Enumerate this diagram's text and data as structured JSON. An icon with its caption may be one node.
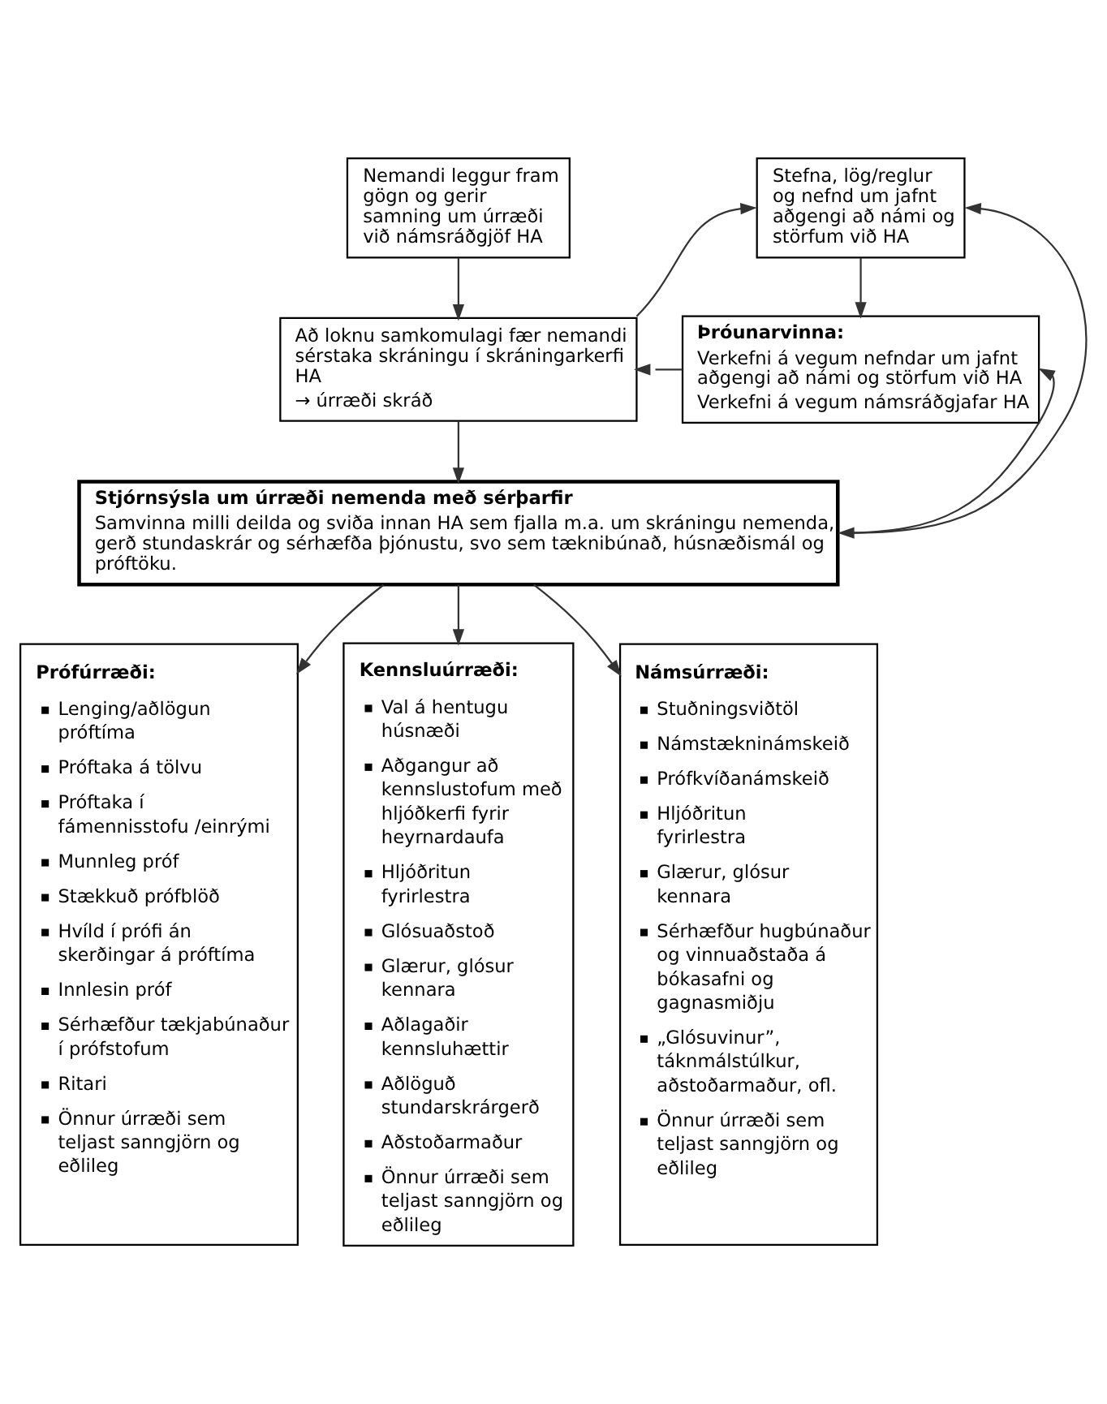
{
  "diagram": {
    "nodes": [
      {
        "text": [
          "Nemandi leggur fram gögn og gerir samning um úrræði við námsráðgjöf HA"
        ]
      },
      {
        "text": [
          "Stefna, lög/reglur og nefnd um jafnt aðgengi að námi og störfum við HA"
        ]
      },
      {
        "text": [
          "Að loknu samkomulagi fær nemandi sérstaka skráningu í skráningarkerfi HA",
          "→ úrræði skráð"
        ]
      },
      {
        "text": [
          "Þróunarvinna:",
          "Verkefni á vegum nefndar um jafnt aðgengi að námi og störfum við HA",
          "Verkefni á vegum námsráðgjafar HA"
        ]
      },
      {
        "text": [
          "Stjórnsýsla um úrræði nemenda með sérþarfir",
          "Samvinna milli deilda og sviða innan HA sem fjalla m.a. um skráningu nemenda, gerð stundaskrár og sérhæfða þjónustu, svo sem tæknibúnað, húsnæðismál og próftöku."
        ]
      },
      {
        "text": [
          "Prófúrræði:",
          "Lenging/aðlögun próftíma",
          "Próftaka á tölvu",
          "Próftaka í fámennisstofu /einrými",
          "Munnleg próf",
          "Stækkuð prófblöð",
          "Hvíld í prófi án skerðingar á próftíma",
          "Innlesin próf",
          "Sérhæfður tækjabúnaður í prófstofum",
          "Ritari",
          "Önnur úrræði sem teljast sanngjörn og eðlileg"
        ]
      },
      {
        "text": [
          "Kennsluúrræði:",
          "Val á hentugu húsnæði",
          "Aðgangur að kennslustofum með hljóðkerfi fyrir heyrnardaufa",
          "Hljóðritun fyrirlestra",
          "Glósuaðstoð",
          "Glærur, glósur kennara",
          "Aðlagaðir kennsluhættir",
          "Aðlöguð stundarskrárgerð",
          "Aðstoðarmaður",
          "Önnur úrræði sem teljast sanngjörn og eðlileg"
        ]
      },
      {
        "text": [
          "Námsúrræði:",
          "Stuðningsviðtöl",
          "Námstækninámskeið",
          "Prófkvíðanámskeið",
          "Hljóðritun fyrirlestra",
          "Glærur, glósur kennara",
          "Sérhæfður hugbúnaður og vinnuaðstaða á bókasafni og gagnasmiðju",
          "„Glósuvinur”, táknmálstúlkur, aðstoðarmaður, ofl.",
          "Önnur úrræði sem teljast sanngjörn og eðlileg"
        ]
      }
    ],
    "edges": [
      {
        "from": 0,
        "to": 2,
        "arrow": "to"
      },
      {
        "from": 2,
        "to": 1,
        "arrow": "to"
      },
      {
        "from": 1,
        "to": 3,
        "arrow": "to"
      },
      {
        "from": 3,
        "to": 2,
        "arrow": "to"
      },
      {
        "from": 2,
        "to": 4,
        "arrow": "to"
      },
      {
        "from": 4,
        "to": 1,
        "arrow": "both"
      },
      {
        "from": 4,
        "to": 3,
        "arrow": "to"
      },
      {
        "from": 4,
        "to": 5,
        "arrow": "to"
      },
      {
        "from": 4,
        "to": 6,
        "arrow": "to"
      },
      {
        "from": 4,
        "to": 7,
        "arrow": "to"
      }
    ]
  }
}
